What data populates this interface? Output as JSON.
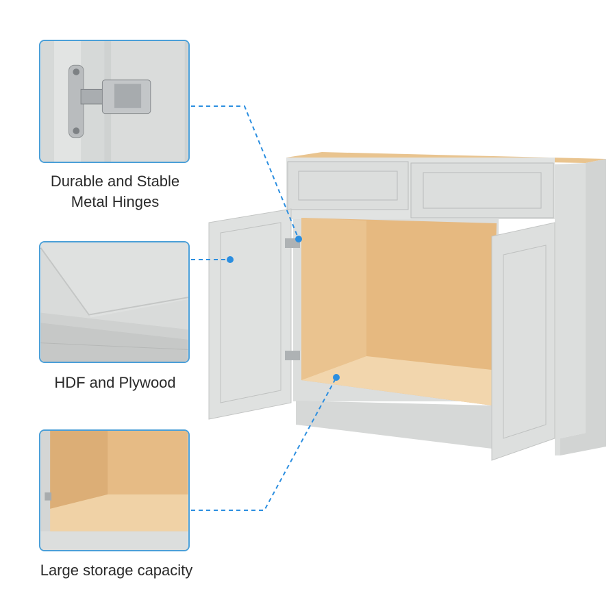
{
  "features": [
    {
      "label_line1": "Durable and Stable",
      "label_line2": "Metal Hinges",
      "icon": "hinge-icon"
    },
    {
      "label": "HDF and Plywood",
      "icon": "panel-edge-icon"
    },
    {
      "label": "Large storage capacity",
      "icon": "cabinet-interior-icon"
    }
  ],
  "colors": {
    "accent": "#2b8ee0",
    "border": "#4a9fd8",
    "cabinet_gray": "#dcdedd",
    "wood": "#e8c08c"
  }
}
